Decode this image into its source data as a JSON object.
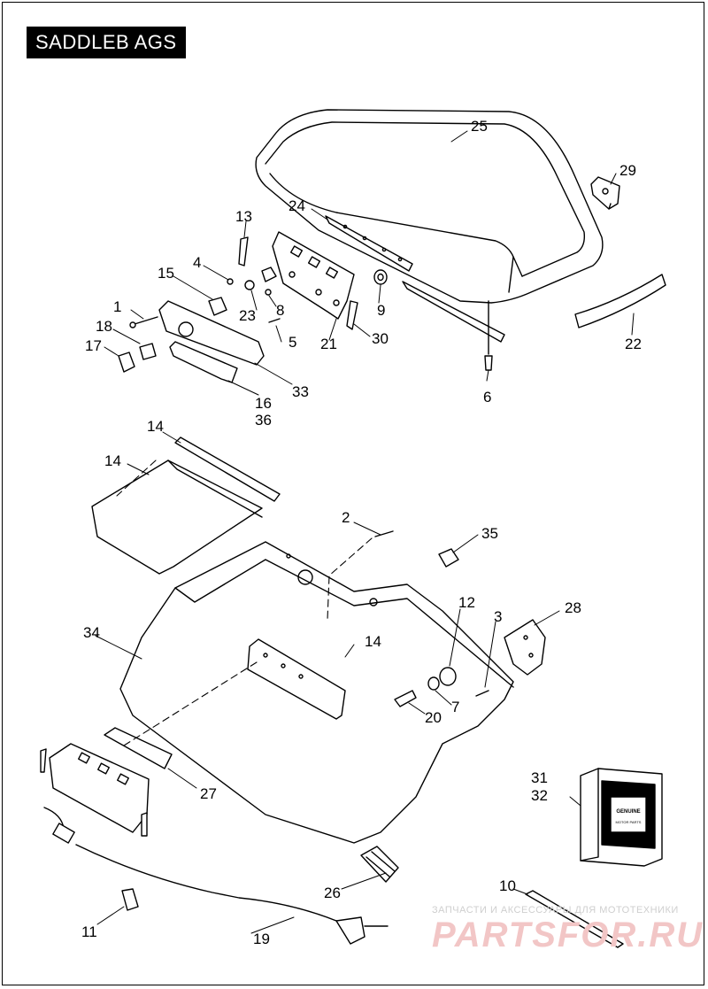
{
  "title": "SADDLEB AGS",
  "callouts": [
    "1",
    "2",
    "3",
    "4",
    "5",
    "6",
    "7",
    "8",
    "9",
    "10",
    "11",
    "12",
    "13",
    "14",
    "15",
    "16",
    "17",
    "18",
    "19",
    "20",
    "21",
    "22",
    "23",
    "24",
    "25",
    "26",
    "27",
    "28",
    "29",
    "30",
    "31",
    "32",
    "33",
    "34",
    "35",
    "36"
  ],
  "watermark": {
    "tagline": "ЗАПЧАСТИ И АКСЕССУАРЫ ДЛЯ МОТОТЕХНИКИ",
    "brand": "PARTSFOR.RU"
  },
  "badge": {
    "line1": "GENUINE",
    "line2": "MOTOR PARTS"
  }
}
